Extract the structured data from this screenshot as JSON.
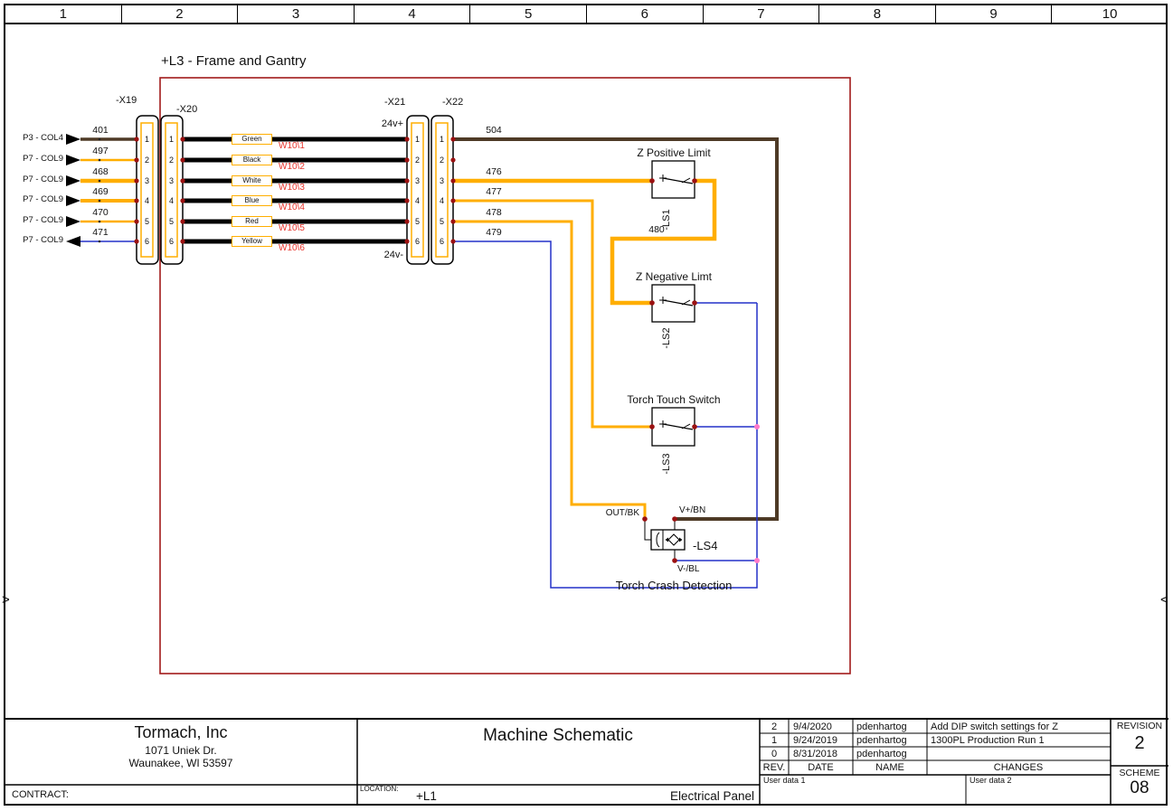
{
  "colors": {
    "wire_orange": "#FFAE00",
    "wire_brown": "#4E3A26",
    "wire_blue": "#2430C8",
    "wire_black": "#000000",
    "junction_red": "#9B1111",
    "junction_pink": "#FF79C9",
    "frame_red": "#A11B1B",
    "label_red": "#E8342C"
  },
  "ruler": {
    "cells": [
      "1",
      "2",
      "3",
      "4",
      "5",
      "6",
      "7",
      "8",
      "9",
      "10"
    ]
  },
  "edge_marks": {
    "left": ">",
    "right": "<"
  },
  "frame": {
    "title": "+L3 - Frame and Gantry"
  },
  "connectors": {
    "x19_label": "-X19",
    "x20_label": "-X20",
    "x21_label": "-X21",
    "x22_label": "-X22",
    "pins": [
      "1",
      "2",
      "3",
      "4",
      "5",
      "6"
    ],
    "v_plus": "24v+",
    "v_minus": "24v-"
  },
  "left_inputs": [
    {
      "ref": "P3 - COL4",
      "wire": "401"
    },
    {
      "ref": "P7 - COL9",
      "wire": "497"
    },
    {
      "ref": "P7 - COL9",
      "wire": "468"
    },
    {
      "ref": "P7 - COL9",
      "wire": "469"
    },
    {
      "ref": "P7 - COL9",
      "wire": "470"
    },
    {
      "ref": "P7 - COL9",
      "wire": "471"
    }
  ],
  "cable": [
    {
      "color": "Green",
      "wire": "W10\\1"
    },
    {
      "color": "Black",
      "wire": "W10\\2"
    },
    {
      "color": "White",
      "wire": "W10\\3"
    },
    {
      "color": "Blue",
      "wire": "W10\\4"
    },
    {
      "color": "Red",
      "wire": "W10\\5"
    },
    {
      "color": "Yellow",
      "wire": "W10\\6"
    }
  ],
  "net_labels": {
    "n504": "504",
    "n476": "476",
    "n477": "477",
    "n478": "478",
    "n479": "479",
    "n480": "480"
  },
  "switches": [
    {
      "title": "Z Positive Limit",
      "ref": "-LS1"
    },
    {
      "title": "Z Negative Limt",
      "ref": "-LS2"
    },
    {
      "title": "Torch Touch Switch",
      "ref": "-LS3"
    }
  ],
  "sensor": {
    "out": "OUT/BK",
    "v_plus": "V+/BN",
    "v_minus": "V-/BL",
    "ref": "-LS4",
    "title": "Torch Crash Detection"
  },
  "title_block": {
    "company_name": "Tormach, Inc",
    "company_addr1": "1071 Uniek Dr.",
    "company_addr2": "Waunakee, WI 53597",
    "contract_label": "CONTRACT:",
    "drawing_title": "Machine Schematic",
    "location_label": "LOCATION:",
    "location_value": "+L1",
    "location_desc": "Electrical Panel",
    "rev_headers": [
      "REV.",
      "DATE",
      "NAME",
      "CHANGES"
    ],
    "revisions": [
      {
        "rev": "2",
        "date": "9/4/2020",
        "name": "pdenhartog",
        "changes": "Add DIP switch settings for Z"
      },
      {
        "rev": "1",
        "date": "9/24/2019",
        "name": "pdenhartog",
        "changes": "1300PL Production Run 1"
      },
      {
        "rev": "0",
        "date": "8/31/2018",
        "name": "pdenhartog",
        "changes": ""
      }
    ],
    "user_data_1": "User data 1",
    "user_data_2": "User data 2",
    "revision_label": "REVISION",
    "revision_value": "2",
    "scheme_label": "SCHEME",
    "scheme_value": "08"
  }
}
